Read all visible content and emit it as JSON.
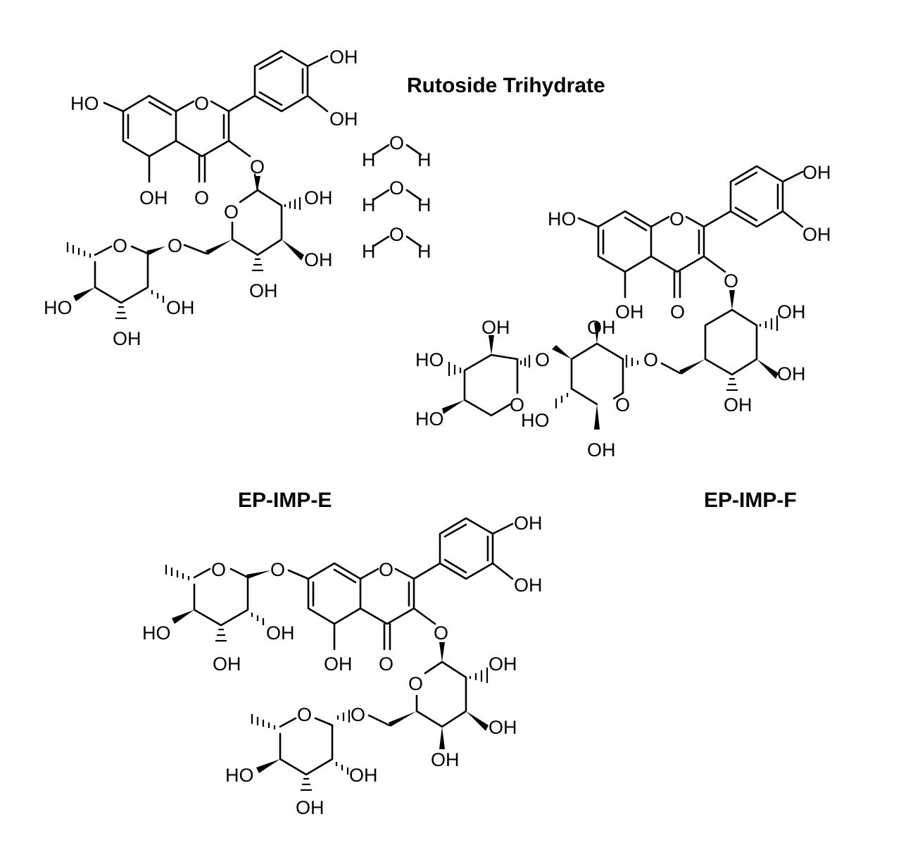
{
  "labels": {
    "rutoside": "Rutoside Trihydrate",
    "imp_e": "EP-IMP-E",
    "imp_f": "EP-IMP-F"
  },
  "atoms": {
    "oh": "OH",
    "ho": "HO",
    "o": "O",
    "h": "H"
  }
}
